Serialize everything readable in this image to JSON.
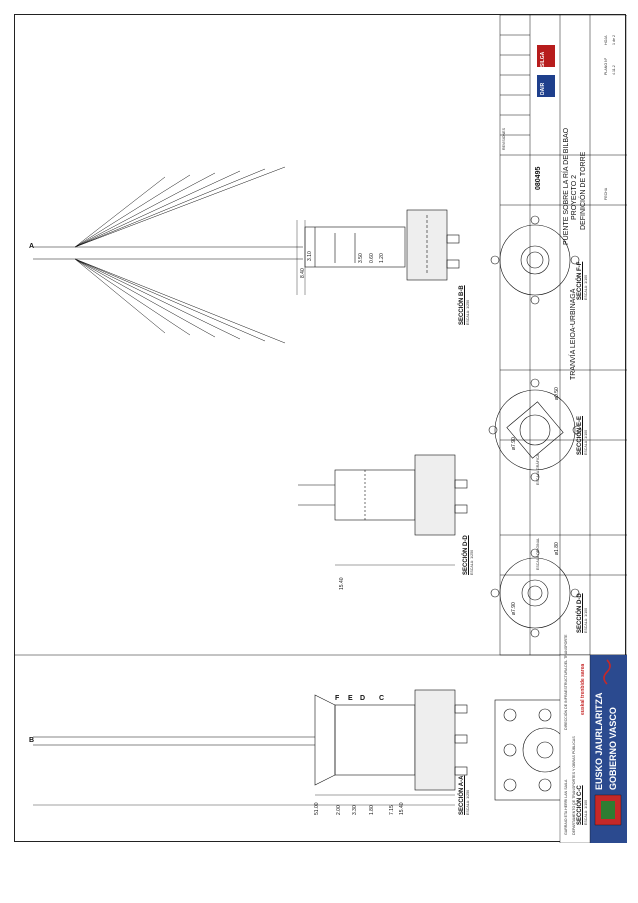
{
  "header": {
    "gov_basque": "EUSKO JAURLARITZA",
    "gov_spanish": "GOBIERNO VASCO",
    "dept_basque": "GARRAIO ETA HERRI LAN SAILA",
    "dept_spanish": "DEPARTAMENTO DE TRANSPORTES Y OBRAS PÚBLICAS",
    "euskal_trenbide": "euskal trenbide sarea",
    "direction": "DIRECCIÓN DE INFRAESTRUCTURA DEL TRANSPORTE"
  },
  "title_block": {
    "project_code": "080495",
    "project_title": "PUENTE SOBRE LA RÍA DE BILBAO",
    "project_subtitle": "PROYECTO 2",
    "drawing_title": "DEFINICIÓN DE TORRE",
    "line_name": "TRANVÍA LEIOA-URBINAGA",
    "plano_label": "PLANO Nº",
    "plano_no": "4.11.2",
    "hoja_label": "HOJA",
    "hoja_no": "1 de 2",
    "escala_label": "ESCALA ORIGINAL",
    "escala_label2": "ESCALA GRÁFICA",
    "fecha_label": "FECHA",
    "firm1": "DAIR",
    "firm2": "SILGA",
    "revisions_header": "REVISIONES"
  },
  "sections": {
    "a_a": "SECCIÓN A-A",
    "b_b": "SECCIÓN B-B",
    "c_c": "SECCIÓN C-C",
    "d_d": "SECCIÓN D-D",
    "e_e": "SECCIÓN E-E",
    "f_f": "SECCIÓN F-F",
    "scale_small": "ESCALA: 1/250",
    "scale_large": "ESCALA: 1/100"
  },
  "dimensions": {
    "d_1": "51.00",
    "d_2": "15.40",
    "d_3": "7.15",
    "d_4": "3.30",
    "d_5": "1.80",
    "d_6": "2.00",
    "d_7": "8.40",
    "d_8": "3.10",
    "d_9": "3.50",
    "d_10": "0.60",
    "d_11": "1.20",
    "d_12": "ø7.90",
    "d_13": "ø1.80",
    "d_14": "ø0.50"
  },
  "markers": {
    "a": "A",
    "b": "B",
    "c": "C",
    "d": "D",
    "e": "E",
    "f": "F"
  }
}
